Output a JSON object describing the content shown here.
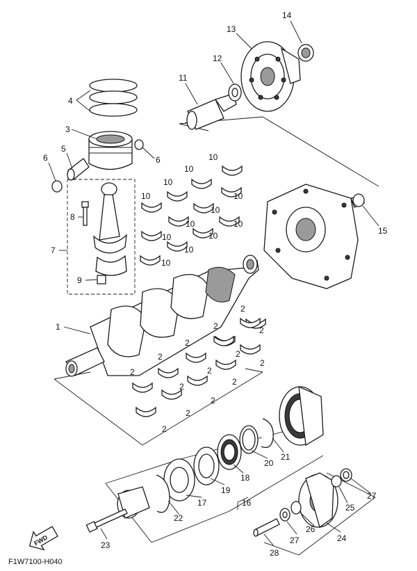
{
  "diagram": {
    "figure_code": "F1W7100-H040",
    "fwd_label": "FWD",
    "callouts": {
      "c1": "1",
      "c2a": "2",
      "c2b": "2",
      "c2c": "2",
      "c2d": "2",
      "c2e": "2",
      "c2f": "2",
      "c2g": "2",
      "c2h": "2",
      "c2i": "2",
      "c2j": "2",
      "c2k": "2",
      "c2l": "2",
      "c2m": "2",
      "c2n": "2",
      "c3": "3",
      "c4": "4",
      "c5": "5",
      "c6a": "6",
      "c6b": "6",
      "c7": "7",
      "c8": "8",
      "c9": "9",
      "c10a": "10",
      "c10b": "10",
      "c10c": "10",
      "c10d": "10",
      "c10e": "10",
      "c10f": "10",
      "c10g": "10",
      "c10h": "10",
      "c10i": "10",
      "c10j": "10",
      "c10k": "10",
      "c10l": "10",
      "c11": "11",
      "c12": "12",
      "c13": "13",
      "c14": "14",
      "c15": "15",
      "c16": "16",
      "c17": "17",
      "c18": "18",
      "c19": "19",
      "c20": "20",
      "c21": "21",
      "c22": "22",
      "c23": "23",
      "c24": "24",
      "c25": "25",
      "c26": "26",
      "c27a": "27",
      "c27b": "27",
      "c28": "28"
    }
  }
}
